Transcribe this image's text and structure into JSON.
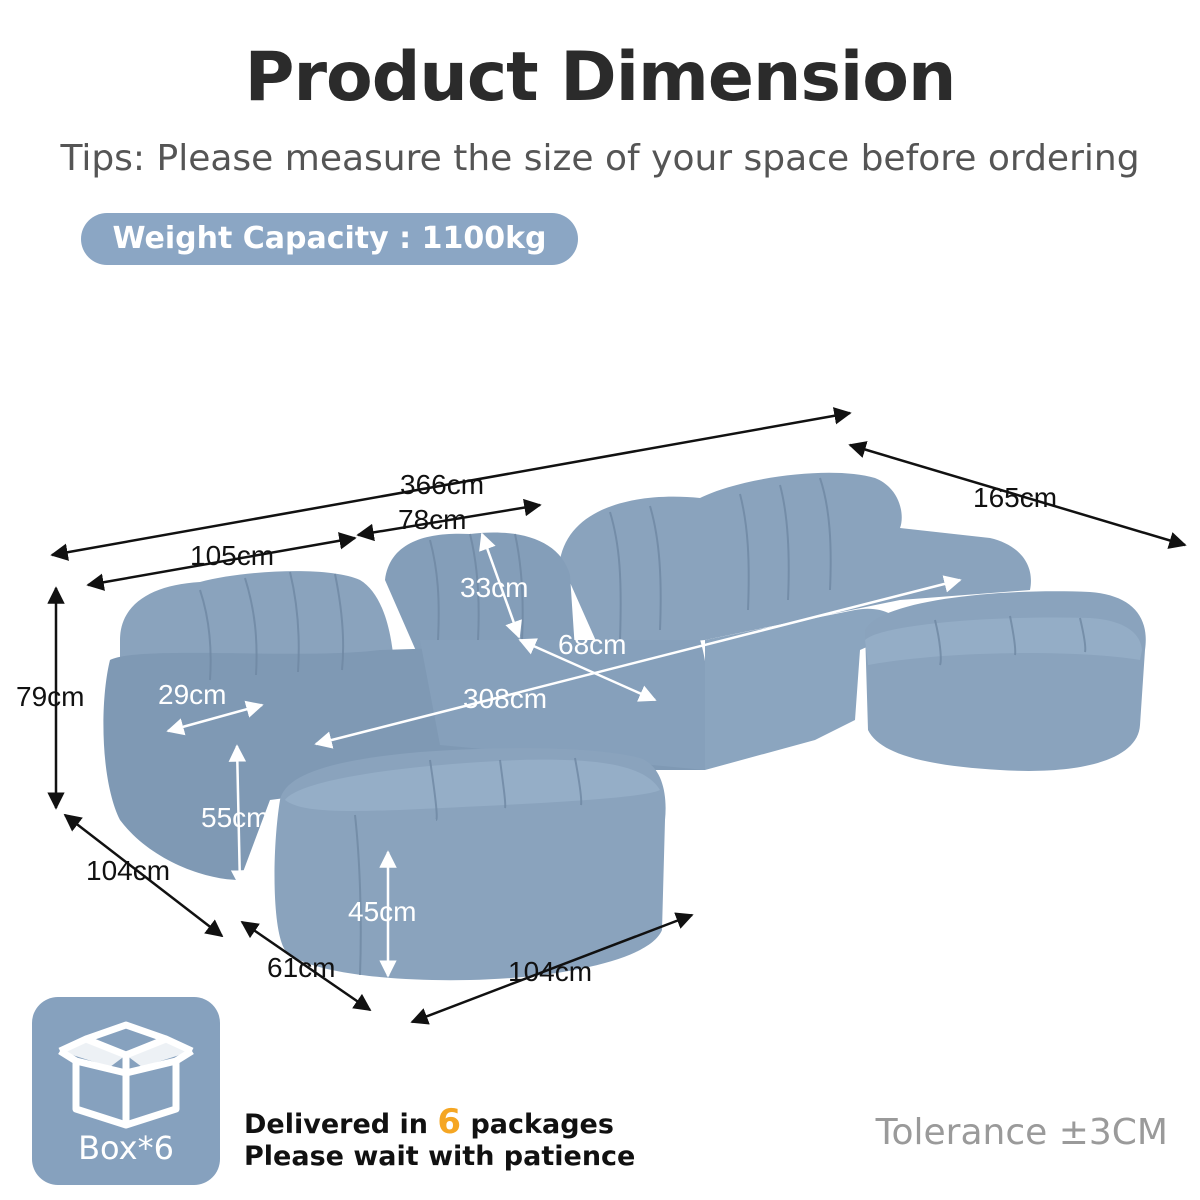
{
  "title": "Product Dimension",
  "tips": "Tips: Please measure the size of your space before ordering",
  "weight_badge": "Weight Capacity : 1100kg",
  "dimensions": {
    "total_width": "366cm",
    "depth": "165cm",
    "module_width": "105cm",
    "middle_width": "78cm",
    "back_height": "33cm",
    "seat_depth": "68cm",
    "arm_width": "29cm",
    "seat_span": "308cm",
    "overall_height": "79cm",
    "arm_height": "55cm",
    "ottoman_height": "45cm",
    "side_depth": "104cm",
    "ottoman_depth": "61cm",
    "ottoman_width": "104cm"
  },
  "packaging": {
    "box_label": "Box*6",
    "line1_prefix": "Delivered in ",
    "count": "6",
    "line1_suffix": " packages",
    "line2": "Please wait with patience"
  },
  "tolerance": "Tolerance ±3CM",
  "colors": {
    "sofa": "#8aa3bd",
    "badge": "#8ba6c4",
    "accent": "#f5a623"
  }
}
